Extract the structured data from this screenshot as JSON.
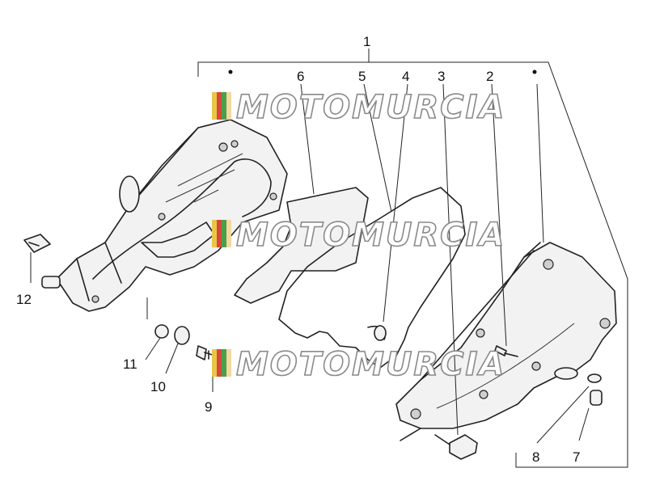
{
  "watermark": {
    "text": "MOTOMURCIA",
    "flag_colors": [
      "#e8c64a",
      "#d64a3a",
      "#4aa04a",
      "#f3d8a0"
    ]
  },
  "callouts": {
    "n1": "1",
    "n2": "2",
    "n3": "3",
    "n4": "4",
    "n5": "5",
    "n6": "6",
    "n7": "7",
    "n8": "8",
    "n9": "9",
    "n10": "10",
    "n11": "11",
    "n12": "12"
  },
  "colors": {
    "line": "#222222",
    "watermark_outline": "#8a8a8a"
  }
}
